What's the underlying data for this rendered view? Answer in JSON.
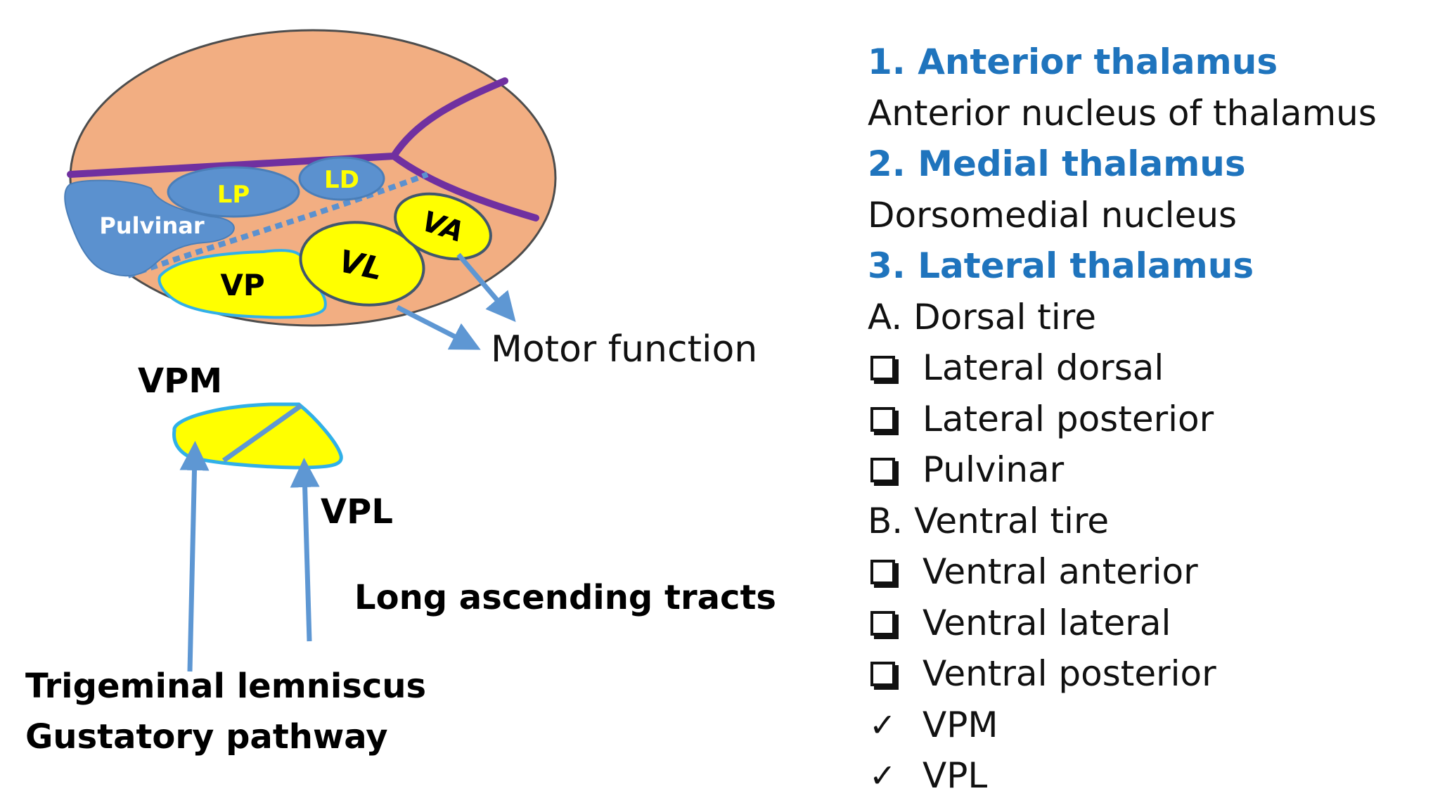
{
  "colors": {
    "thalamus_fill": "#f2ae82",
    "nucleus_blue": "#5b91cf",
    "ventral_yellow": "#ffff00",
    "tract_purple": "#7030a0",
    "arrow_blue": "#5e97d3",
    "heading_blue": "#1f74bd"
  },
  "diagram": {
    "nuclei": {
      "lp": "LP",
      "ld": "LD",
      "pulvinar": "Pulvinar",
      "va": "VA",
      "vl": "VL",
      "vp": "VP"
    },
    "motor_function": "Motor function",
    "vpm": "VPM",
    "vpl": "VPL",
    "long_ascending_tracts": "Long ascending tracts",
    "trigeminal_lemniscus": "Trigeminal lemniscus",
    "gustatory_pathway": "Gustatory pathway"
  },
  "list": [
    {
      "kind": "heading",
      "text": "1. Anterior thalamus"
    },
    {
      "kind": "text",
      "text": "Anterior nucleus of thalamus"
    },
    {
      "kind": "heading",
      "text": "2. Medial thalamus"
    },
    {
      "kind": "text",
      "text": "Dorsomedial nucleus"
    },
    {
      "kind": "heading",
      "text": "3. Lateral thalamus"
    },
    {
      "kind": "text",
      "text": "A. Dorsal tire"
    },
    {
      "kind": "box",
      "text": "Lateral dorsal"
    },
    {
      "kind": "box",
      "text": "Lateral posterior"
    },
    {
      "kind": "box",
      "text": "Pulvinar"
    },
    {
      "kind": "text",
      "text": "B. Ventral tire"
    },
    {
      "kind": "box",
      "text": "Ventral anterior"
    },
    {
      "kind": "box",
      "text": "Ventral lateral"
    },
    {
      "kind": "box",
      "text": "Ventral posterior"
    },
    {
      "kind": "check",
      "text": "VPM"
    },
    {
      "kind": "check",
      "text": "VPL"
    }
  ]
}
